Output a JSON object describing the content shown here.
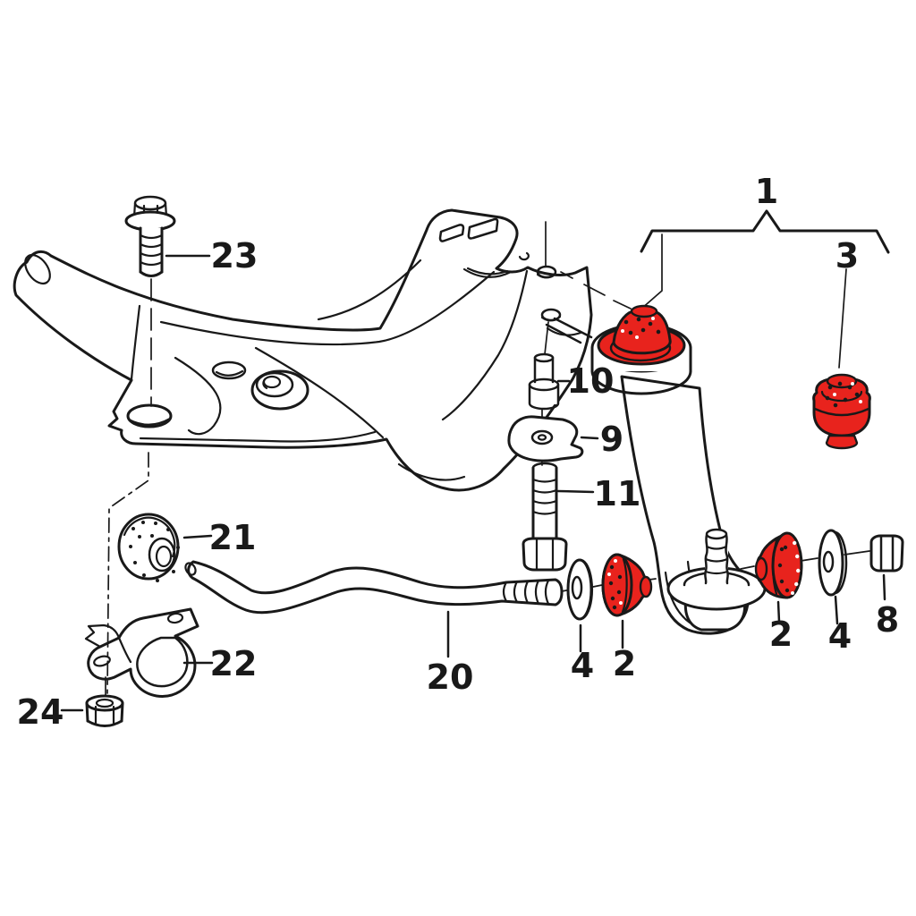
{
  "diagram": {
    "kind": "exploded-parts-line-drawing",
    "highlighted_parts": [
      "1",
      "2",
      "3"
    ],
    "callouts": {
      "c1": "1",
      "c2_left": "2",
      "c2_right": "2",
      "c3": "3",
      "c4_left": "4",
      "c4_right": "4",
      "c8": "8",
      "c9": "9",
      "c10": "10",
      "c11": "11",
      "c20": "20",
      "c21": "21",
      "c22": "22",
      "c23": "23",
      "c24": "24"
    }
  },
  "colors": {
    "highlight": "#e8231d",
    "line": "#191919",
    "background": "#ffffff"
  }
}
